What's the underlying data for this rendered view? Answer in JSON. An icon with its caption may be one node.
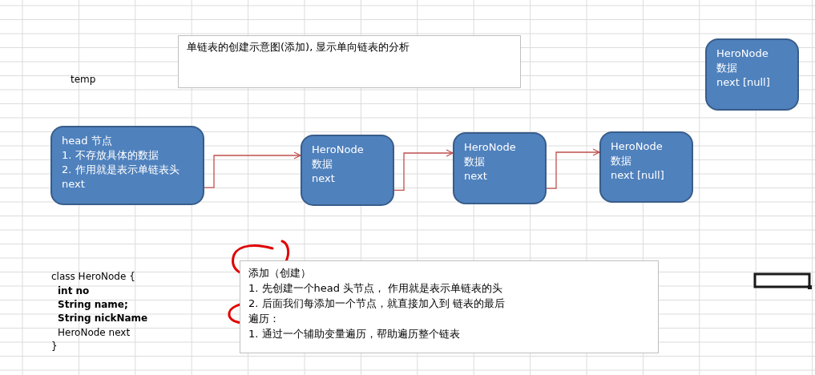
{
  "diagram": {
    "nodes": [
      {
        "text": [
          "单链表的创建示意图(添加), 显示单向链表的分析"
        ]
      },
      {
        "text": [
          "head 节点",
          "1. 不存放具体的数据",
          "2. 作用就是表示单链表头",
          "next"
        ]
      },
      {
        "text": [
          "HeroNode",
          "数据",
          "next"
        ]
      },
      {
        "text": [
          "HeroNode",
          "数据",
          "next"
        ]
      },
      {
        "text": [
          "HeroNode",
          "数据",
          "next [null]"
        ]
      },
      {
        "text": [
          "HeroNode",
          "数据",
          "next [null]"
        ]
      },
      {
        "text": [
          "添加（创建）",
          "1. 先创建一个head 头节点， 作用就是表示单链表的头",
          "2. 后面我们每添加一个节点，就直接加入到 链表的最后",
          "遍历：",
          "1.  通过一个辅助变量遍历，帮助遍历整个链表"
        ]
      }
    ],
    "edges": [
      {
        "from": 1,
        "to": 2,
        "arrow": "to"
      },
      {
        "from": 2,
        "to": 3,
        "arrow": "to"
      },
      {
        "from": 3,
        "to": 4,
        "arrow": "to"
      }
    ],
    "labels": [
      "temp",
      "class HeroNode {",
      "int no",
      "String name;",
      "String nickName",
      "HeroNode next",
      "}"
    ]
  }
}
